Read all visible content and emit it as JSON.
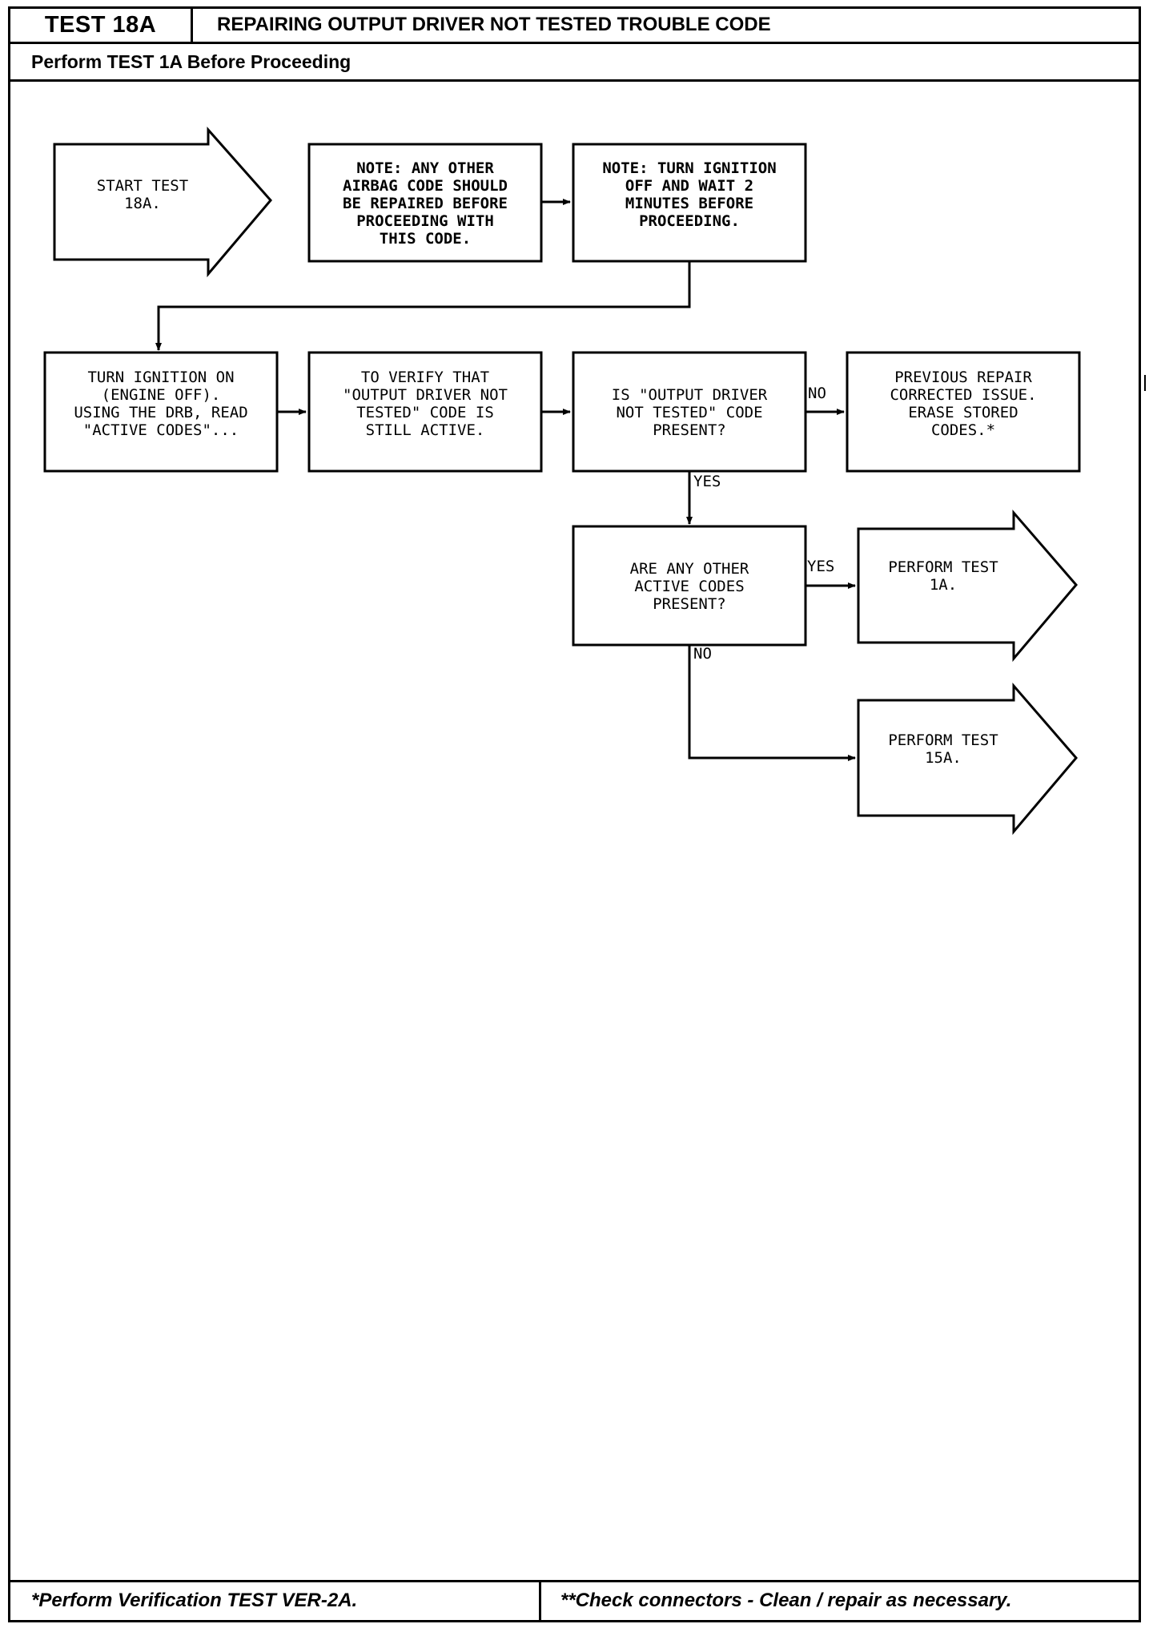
{
  "header": {
    "test_id": "TEST 18A",
    "title": "REPAIRING OUTPUT DRIVER NOT TESTED TROUBLE CODE",
    "subtitle": "Perform TEST 1A Before Proceeding"
  },
  "flow": {
    "start": [
      "START TEST",
      "18A."
    ],
    "note1": [
      "NOTE: ANY OTHER",
      "AIRBAG CODE SHOULD",
      "BE REPAIRED BEFORE",
      "PROCEEDING WITH",
      "THIS CODE."
    ],
    "note2": [
      "NOTE: TURN IGNITION",
      "OFF AND WAIT 2",
      "MINUTES BEFORE",
      "PROCEEDING."
    ],
    "ignition": [
      "TURN IGNITION ON",
      "(ENGINE OFF).",
      "USING THE DRB, READ",
      "\"ACTIVE CODES\"..."
    ],
    "verify": [
      "TO VERIFY THAT",
      "\"OUTPUT DRIVER NOT",
      "TESTED\" CODE IS",
      "STILL ACTIVE."
    ],
    "question1": [
      "IS \"OUTPUT DRIVER",
      "NOT TESTED\" CODE",
      "PRESENT?"
    ],
    "previous_repair": [
      "PREVIOUS REPAIR",
      "CORRECTED ISSUE.",
      "ERASE STORED",
      "CODES.*"
    ],
    "question2": [
      "ARE ANY OTHER",
      "ACTIVE CODES",
      "PRESENT?"
    ],
    "perform_1a": [
      "PERFORM TEST",
      "1A."
    ],
    "perform_15a": [
      "PERFORM TEST",
      "15A."
    ],
    "labels": {
      "no_1": "NO",
      "yes_1": "YES",
      "yes_2": "YES",
      "no_2": "NO"
    }
  },
  "footer": {
    "left": "*Perform Verification TEST VER-2A.",
    "right": "**Check connectors - Clean / repair as necessary."
  }
}
